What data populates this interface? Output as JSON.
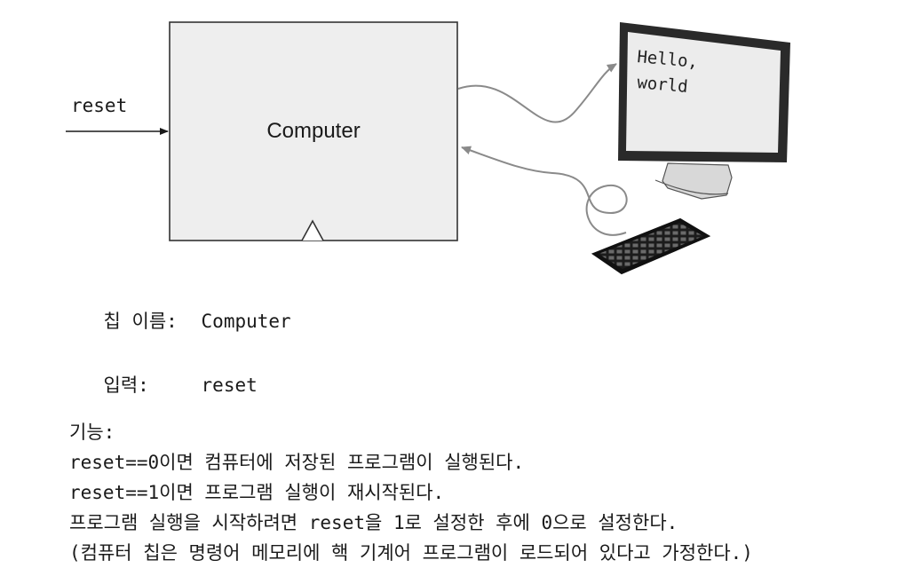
{
  "diagram": {
    "input_label": "reset",
    "chip_label": "Computer",
    "screen_text": [
      "Hello,",
      "world"
    ]
  },
  "spec": {
    "name_label": "칩 이름:",
    "name_value": "Computer",
    "input_label": "입력:",
    "input_value": "reset",
    "function_label": "기능:",
    "lines": [
      "reset==0이면 컴퓨터에 저장된 프로그램이 실행된다.",
      "reset==1이면 프로그램 실행이 재시작된다.",
      "프로그램 실행을 시작하려면 reset을 1로 설정한 후에 0으로 설정한다.",
      "(컴퓨터 칩은 명령어 메모리에 핵 기계어 프로그램이 로드되어 있다고 가정한다.)"
    ]
  }
}
